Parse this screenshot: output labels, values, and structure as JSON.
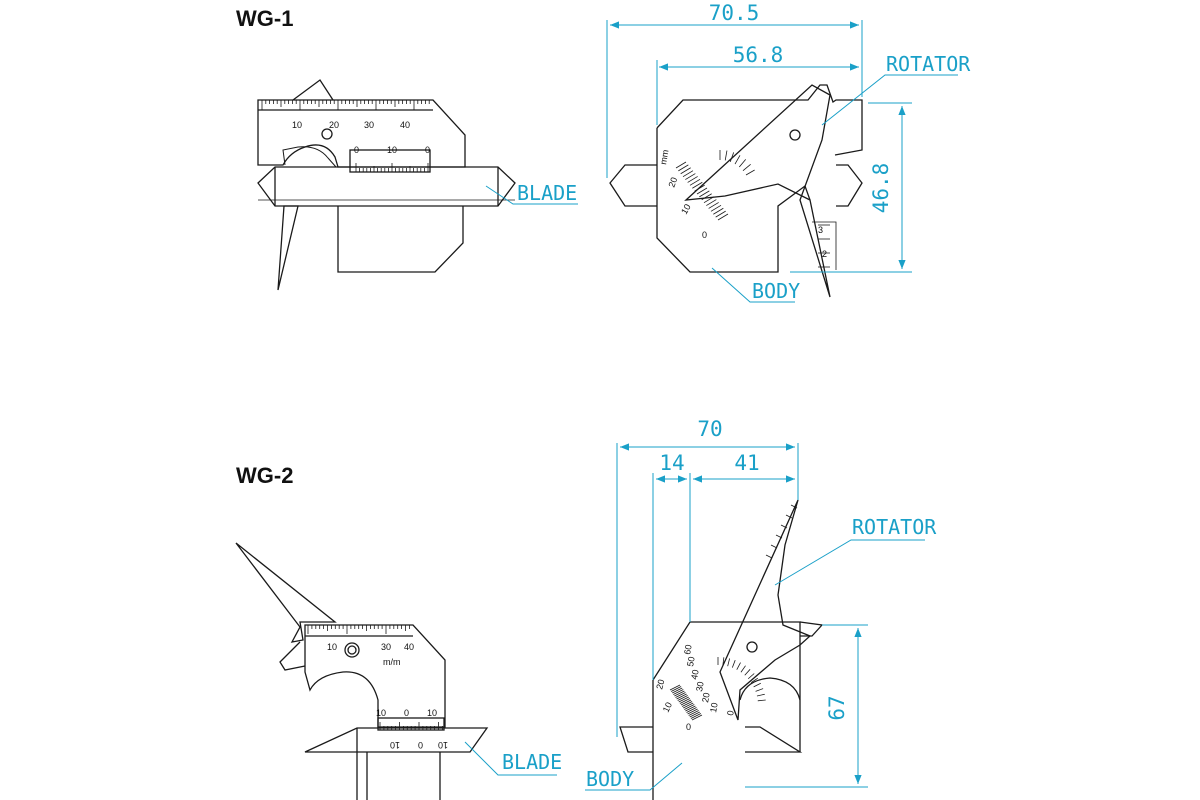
{
  "accent_color": "#1aa0c8",
  "line_color": "#1a1a1a",
  "wg1": {
    "title": "WG-1",
    "side": {
      "scale_labels": [
        "10",
        "20",
        "30",
        "40"
      ],
      "vernier_labels": [
        "0",
        "10",
        "0"
      ],
      "blade_label": "BLADE"
    },
    "front": {
      "dim_total": "70.5",
      "dim_inner": "56.8",
      "dim_height": "46.8",
      "rotator_label": "ROTATOR",
      "body_label": "BODY",
      "scale_labels": [
        "mm",
        "20",
        "10",
        "0"
      ],
      "rotator_scale_labels": [
        "3",
        "2"
      ]
    }
  },
  "wg2": {
    "title": "WG-2",
    "side": {
      "scale_labels": [
        "10",
        "30",
        "40"
      ],
      "unit_label": "m/m",
      "vernier_labels": [
        "10",
        "0",
        "10"
      ],
      "blade_labels": [
        "10",
        "0",
        "10"
      ],
      "blade_label": "BLADE"
    },
    "front": {
      "dim_total": "70",
      "dim_left": "14",
      "dim_right": "41",
      "dim_height": "67",
      "rotator_label": "ROTATOR",
      "body_label": "BODY",
      "scale_labels": [
        "20",
        "10",
        "0"
      ],
      "angle_labels": [
        "60",
        "50",
        "40",
        "30",
        "20",
        "10",
        "0"
      ]
    }
  }
}
